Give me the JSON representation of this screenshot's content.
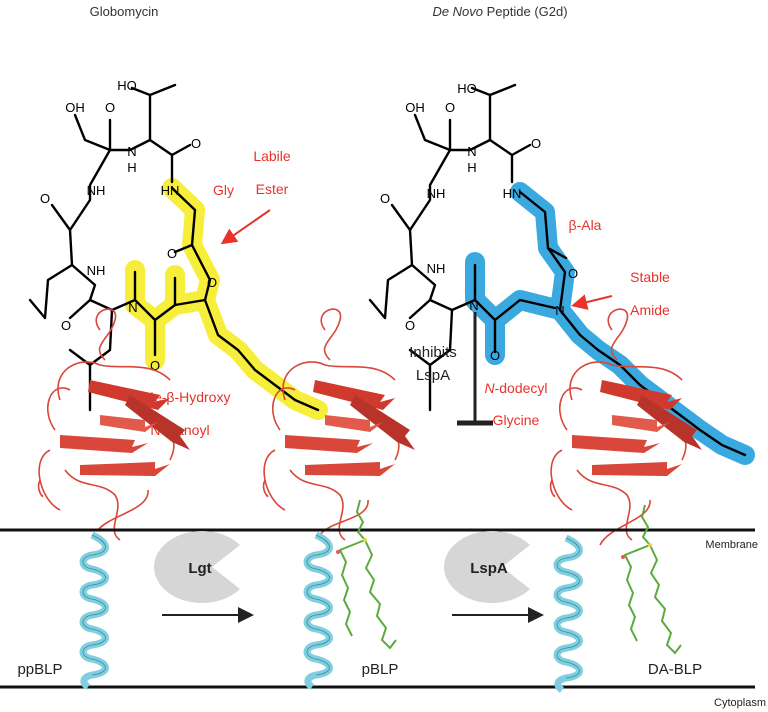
{
  "titles": {
    "left": "Globomycin",
    "right_italic": "De Novo",
    "right_rest": " Peptide (G2d)"
  },
  "globomycin": {
    "atoms": [
      "HO",
      "OH",
      "O",
      "O",
      "NH",
      "HN",
      "O",
      "NH",
      "O",
      "O",
      "N",
      "O",
      "O",
      "N",
      "H"
    ],
    "labels": {
      "gly": "Gly",
      "labile_1": "Labile",
      "labile_2": "Ester",
      "hydroxy_1": "α-Me-β-Hydroxy",
      "hydroxy_2": "Nonanoyl"
    }
  },
  "g2d": {
    "atoms": [
      "HO",
      "OH",
      "O",
      "O",
      "NH",
      "HN",
      "O",
      "NH",
      "O",
      "O",
      "N",
      "N",
      "O",
      "N",
      "H"
    ],
    "labels": {
      "beta_ala": "β-Ala",
      "stable_1": "Stable",
      "stable_2": "Amide",
      "dodecyl_italic": "N",
      "dodecyl_rest": "-dodecyl",
      "glycine": "Glycine"
    }
  },
  "inhibition": {
    "line1": "Inhibits",
    "line2": "LspA"
  },
  "enzymes": {
    "lgt": "Lgt",
    "lspa": "LspA"
  },
  "species": {
    "ppblp": "ppBLP",
    "pblp": "pBLP",
    "dablp": "DA-BLP"
  },
  "regions": {
    "membrane": "Membrane",
    "cytoplasm": "Cytoplasm"
  },
  "colors": {
    "yellow_highlight": "#f6ee3a",
    "blue_highlight": "#3aa9e0",
    "label_red": "#e8322b",
    "protein_red": "#d9473a",
    "helix_cyan": "#7fcfe0",
    "lipid_green": "#5daa3e",
    "enzyme_gray": "#d6d6d6"
  }
}
